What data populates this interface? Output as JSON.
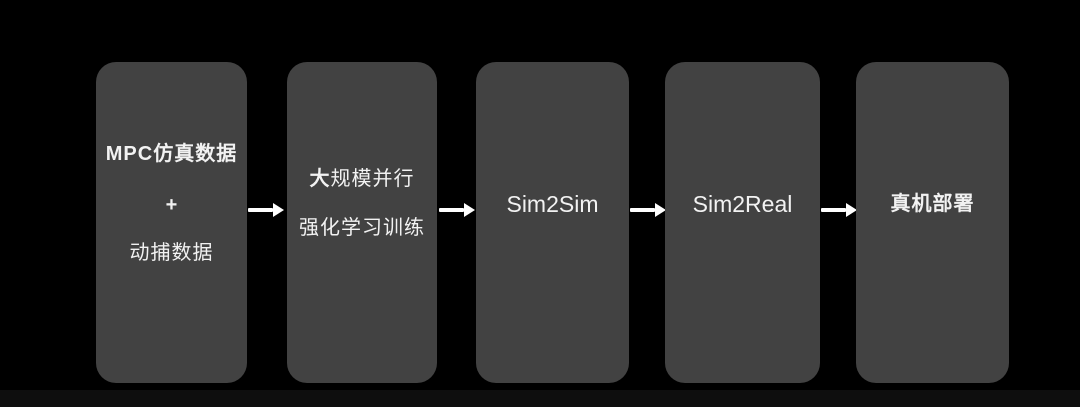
{
  "diagram": {
    "type": "flowchart",
    "direction": "left-to-right",
    "colors": {
      "background": "#000000",
      "node_fill": "#424242",
      "text": "#f2f2f2",
      "arrow": "#ffffff"
    },
    "nodes": [
      {
        "id": "data-sources",
        "lines": [
          "MPC仿真数据",
          "+",
          "动捕数据"
        ]
      },
      {
        "id": "rl-training",
        "line1_bold": "大",
        "line1_rest": "规模并行",
        "line2": "强化学习训练"
      },
      {
        "id": "sim2sim",
        "label": "Sim2Sim"
      },
      {
        "id": "sim2real",
        "label": "Sim2Real"
      },
      {
        "id": "real-robot-deployment",
        "label": "真机部署"
      }
    ],
    "connectors": [
      {
        "from": "data-sources",
        "to": "rl-training",
        "icon": "arrow-right-icon"
      },
      {
        "from": "rl-training",
        "to": "sim2sim",
        "icon": "arrow-right-icon"
      },
      {
        "from": "sim2sim",
        "to": "sim2real",
        "icon": "arrow-right-icon"
      },
      {
        "from": "sim2real",
        "to": "real-robot-deployment",
        "icon": "arrow-right-icon"
      }
    ]
  }
}
